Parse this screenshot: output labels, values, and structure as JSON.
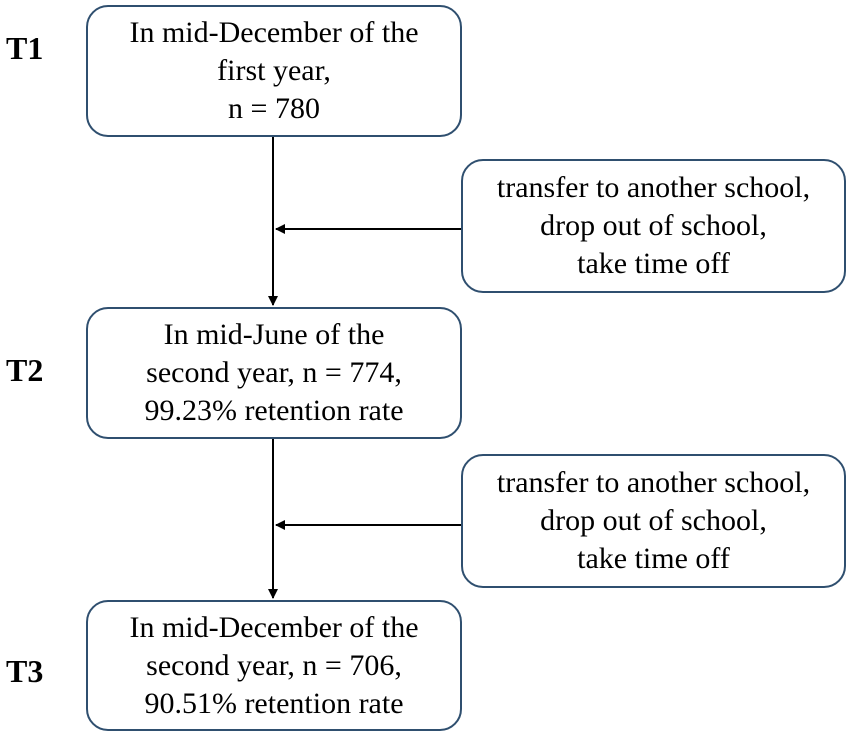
{
  "stages": [
    {
      "label": "T1",
      "lines": [
        "In mid-December of the",
        "first year,",
        "n = 780"
      ]
    },
    {
      "label": "T2",
      "lines": [
        "In mid-June of the",
        "second year, n = 774,",
        "99.23% retention rate"
      ]
    },
    {
      "label": "T3",
      "lines": [
        "In mid-December of the",
        "second year, n = 706,",
        "90.51% retention rate"
      ]
    }
  ],
  "attrition_notes": [
    {
      "lines": [
        "transfer to another school,",
        "drop out of school,",
        "take time off"
      ]
    },
    {
      "lines": [
        "transfer to another school,",
        "drop out of school,",
        "take time off"
      ]
    }
  ],
  "colors": {
    "box_border": "#2f4f6f",
    "arrow": "#000000",
    "text": "#000000"
  }
}
